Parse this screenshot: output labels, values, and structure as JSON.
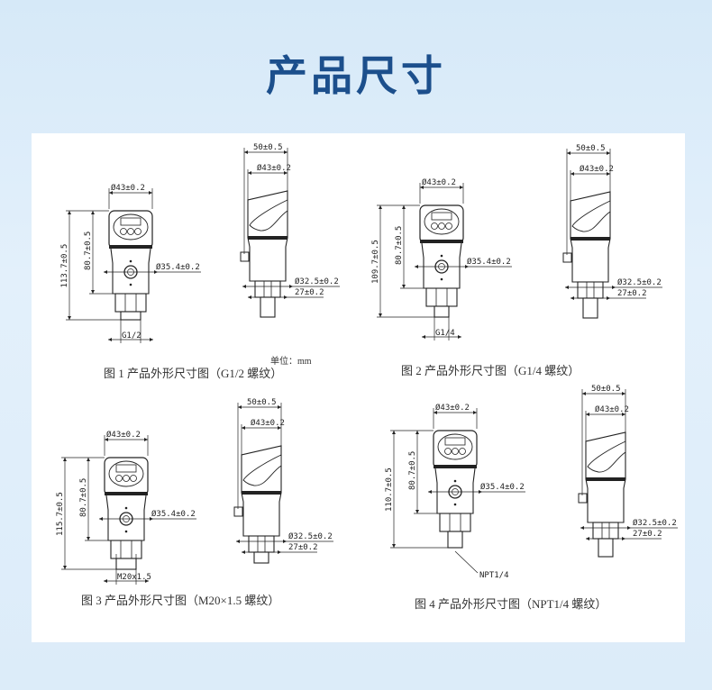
{
  "title": "产品尺寸",
  "unit_label": "单位：mm",
  "figures": [
    {
      "caption": "图 1  产品外形尺寸图（G1/2 螺纹）",
      "head_dia": "Ø43±0.2",
      "total_height": "113.7±0.5",
      "body_height": "80.7±0.5",
      "body_dia": "Ø35.4±0.2",
      "thread": "G1/2",
      "side_width": "50±0.5",
      "side_head_dia": "Ø43±0.2",
      "side_dia": "Ø32.5±0.2",
      "hex": "27±0.2"
    },
    {
      "caption": "图 2  产品外形尺寸图（G1/4 螺纹）",
      "head_dia": "Ø43±0.2",
      "total_height": "109.7±0.5",
      "body_height": "80.7±0.5",
      "body_dia": "Ø35.4±0.2",
      "thread": "G1/4",
      "side_width": "50±0.5",
      "side_head_dia": "Ø43±0.2",
      "side_dia": "Ø32.5±0.2",
      "hex": "27±0.2"
    },
    {
      "caption": "图 3  产品外形尺寸图（M20×1.5 螺纹）",
      "head_dia": "Ø43±0.2",
      "total_height": "115.7±0.5",
      "body_height": "80.7±0.5",
      "body_dia": "Ø35.4±0.2",
      "thread": "M20x1.5",
      "side_width": "50±0.5",
      "side_head_dia": "Ø43±0.2",
      "side_dia": "Ø32.5±0.2",
      "hex": "27±0.2"
    },
    {
      "caption": "图 4  产品外形尺寸图（NPT1/4 螺纹）",
      "head_dia": "Ø43±0.2",
      "total_height": "110.7±0.5",
      "body_height": "80.7±0.5",
      "body_dia": "Ø35.4±0.2",
      "thread": "NPT1/4",
      "side_width": "50±0.5",
      "side_head_dia": "Ø43±0.2",
      "side_dia": "Ø32.5±0.2",
      "hex": "27±0.2"
    }
  ]
}
